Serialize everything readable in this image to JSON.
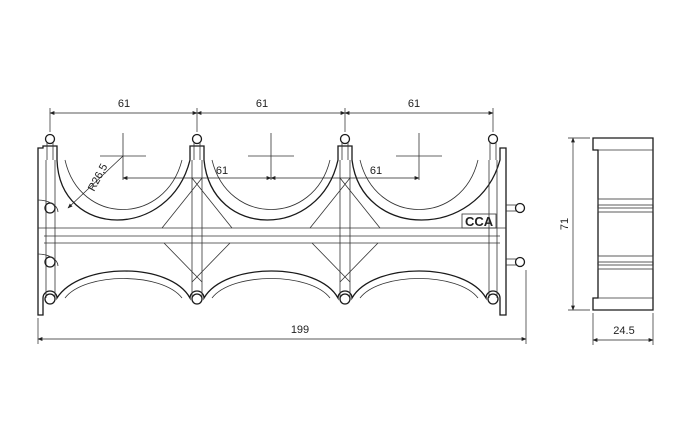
{
  "front_view": {
    "dim_pitch_top_1": "61",
    "dim_pitch_top_2": "61",
    "dim_pitch_top_3": "61",
    "dim_pitch_inner_1": "61",
    "dim_pitch_inner_2": "61",
    "dim_radius": "R26,5",
    "dim_total_width": "199",
    "logo_text": "CCA"
  },
  "side_view": {
    "dim_height": "71",
    "dim_depth": "24.5"
  }
}
